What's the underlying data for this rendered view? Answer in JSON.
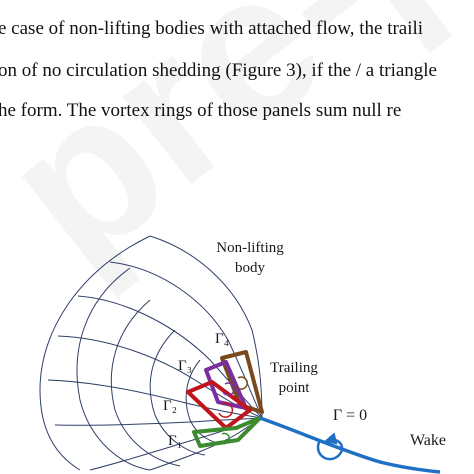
{
  "paragraph": {
    "line1": "e case of non-lifting bodies with attached flow, the traili",
    "line2": "on of no circulation shedding (Figure 3), if the / a triangle",
    "line3": "he form. The vortex rings of those panels sum null re"
  },
  "watermark": "pre-pr",
  "figure": {
    "body_label_line1": "Non-lifting",
    "body_label_line2": "body",
    "trailing_label_line1": "Trailing",
    "trailing_label_line2": "point",
    "gamma_labels": {
      "g1": "Γ₁",
      "g2": "Γ₂",
      "g3": "Γ₃",
      "g4": "Γ₄"
    },
    "gamma_zero": "Γ = 0",
    "wake_label": "Wake",
    "colors": {
      "panel1": "#3d8b2f",
      "panel2": "#c0151b",
      "panel3": "#7a2fa0",
      "panel4": "#7a4a1e",
      "wake": "#1f6fc4",
      "grid": "#2e3f66"
    }
  }
}
